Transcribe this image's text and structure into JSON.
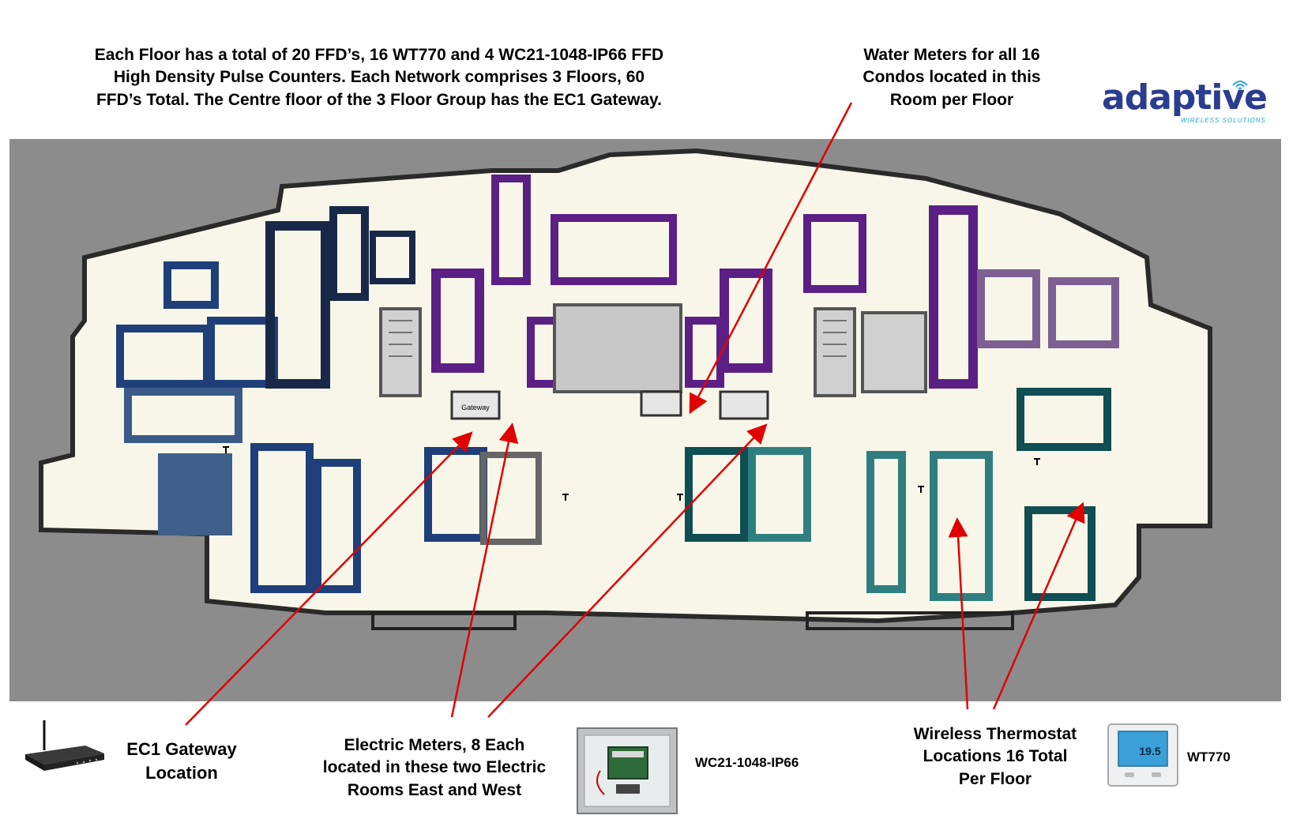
{
  "header": {
    "lines": [
      "Each Floor has a total of 20 FFD’s, 16 WT770 and 4 WC21-1048-IP66 FFD",
      "High Density Pulse Counters. Each Network comprises 3 Floors, 60",
      "FFD’s Total. The Centre floor of the 3 Floor Group has the EC1 Gateway."
    ]
  },
  "water_meters": {
    "lines": [
      "Water Meters for all 16",
      "Condos located in this",
      "Room per Floor"
    ]
  },
  "logo": {
    "word": "adaptive",
    "tagline": "WIRELESS SOLUTIONS",
    "color": "#2b3d8f",
    "accent": "#1ea7e0"
  },
  "floorplan": {
    "gateway_room_label": "Gateway",
    "colors": {
      "background": "#8c8c8c",
      "floor": "#f7f6e8",
      "blue": "#1f3f7a",
      "navy": "#182848",
      "purple": "#5c1f86",
      "lavender": "#7d5f94",
      "teal": "#0f4e52",
      "aqua": "#2f7f80",
      "annotation": "#e00000"
    }
  },
  "legend": {
    "gateway": {
      "lines": [
        "EC1 Gateway",
        "Location"
      ]
    },
    "electric": {
      "lines": [
        "Electric Meters, 8 Each",
        "located in these two Electric",
        "Rooms East and West"
      ]
    },
    "wc_model": "WC21-1048-IP66",
    "thermostat": {
      "lines": [
        "Wireless Thermostat",
        "Locations 16 Total",
        "Per Floor"
      ]
    },
    "wt_model": "WT770",
    "thermostat_display": "19.5"
  }
}
